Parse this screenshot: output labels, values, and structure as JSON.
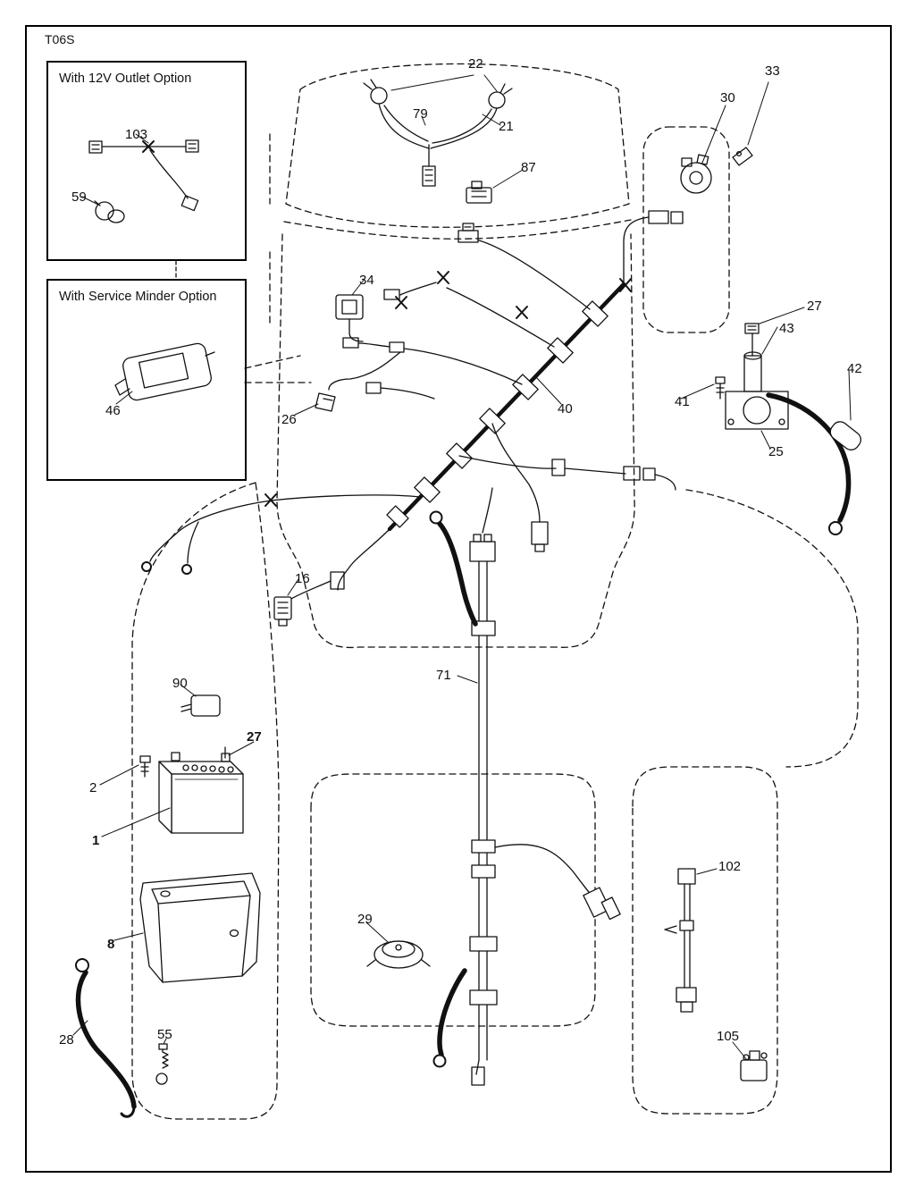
{
  "diagram": {
    "code": "T06S",
    "insets": [
      {
        "title": "With 12V Outlet Option",
        "parts": [
          "103",
          "59"
        ]
      },
      {
        "title": "With Service Minder Option",
        "parts": [
          "46"
        ]
      }
    ],
    "part_labels": [
      "1",
      "2",
      "8",
      "16",
      "21",
      "22",
      "25",
      "26",
      "27",
      "28",
      "29",
      "30",
      "33",
      "34",
      "40",
      "41",
      "42",
      "43",
      "46",
      "55",
      "59",
      "71",
      "79",
      "87",
      "90",
      "102",
      "103",
      "105"
    ]
  },
  "labels": {
    "t06s": "T06S",
    "inset1_title": "With 12V Outlet Option",
    "inset2_title": "With Service Minder Option",
    "p103": "103",
    "p59": "59",
    "p46": "46",
    "p22": "22",
    "p79": "79",
    "p21": "21",
    "p87": "87",
    "p30": "30",
    "p33": "33",
    "p34": "34",
    "p27_right": "27",
    "p43": "43",
    "p42": "42",
    "p41": "41",
    "p25": "25",
    "p40": "40",
    "p26": "26",
    "p16": "16",
    "p90": "90",
    "p2": "2",
    "p27_left": "27",
    "p1": "1",
    "p8": "8",
    "p28": "28",
    "p55": "55",
    "p29": "29",
    "p71": "71",
    "p102": "102",
    "p105": "105"
  },
  "colors": {
    "ink": "#111111",
    "background": "#ffffff"
  }
}
